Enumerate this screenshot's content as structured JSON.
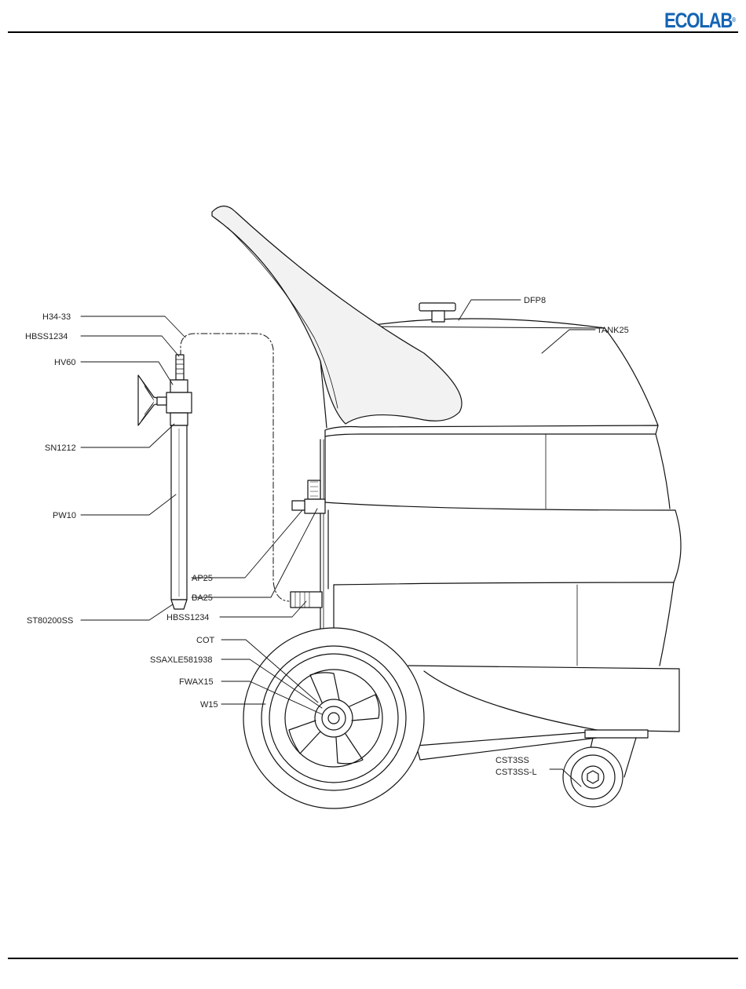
{
  "header": {
    "logo_text": "ECOLAB",
    "logo_mark": "®",
    "brand_color": "#1464b4"
  },
  "labels": {
    "dfp8": "DFP8",
    "tank25": "TANK25",
    "h34_33": "H34-33",
    "hbss1234_top": "HBSS1234",
    "hv60": "HV60",
    "sn1212": "SN1212",
    "pw10": "PW10",
    "ap25": "AP25",
    "ba25": "BA25",
    "hbss1234_low": "HBSS1234",
    "st80200ss": "ST80200SS",
    "cot": "COT",
    "ssaxle581938": "SSAXLE581938",
    "fwax15": "FWAX15",
    "w15": "W15",
    "cst3ss": "CST3SS",
    "cst3ss_l": "CST3SS-L"
  }
}
